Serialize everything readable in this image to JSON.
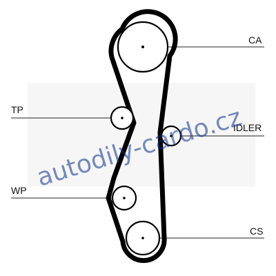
{
  "diagram": {
    "labels": {
      "ca": "CA",
      "tp": "TP",
      "idler": "IDLER",
      "wp": "WP",
      "cs": "CS"
    },
    "watermark": "autodily-cardo.cz",
    "colors": {
      "belt": "#000000",
      "watermark": "#0b2f8a",
      "background": "#ffffff"
    }
  }
}
